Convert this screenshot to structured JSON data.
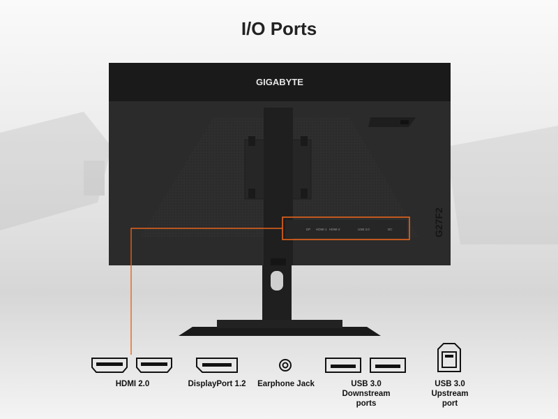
{
  "header": {
    "title": "I/O Ports"
  },
  "monitor": {
    "brand": "GIGABYTE",
    "model_mark": "G27F2",
    "port_panel": [
      "DP",
      "HDMI-1",
      "HDMI-2",
      "USB 3.0",
      "DC"
    ]
  },
  "ports": [
    {
      "label": "HDMI 2.0",
      "icon": "hdmi-port-icon"
    },
    {
      "label": "DisplayPort 1.2",
      "icon": "displayport-icon"
    },
    {
      "label": "Earphone Jack",
      "icon": "earphone-jack-icon"
    },
    {
      "label": "USB 3.0\nDownstream\nports",
      "icon": "usb-a-port-icon"
    },
    {
      "label": "USB 3.0\nUpstream\nport",
      "icon": "usb-b-port-icon"
    }
  ],
  "colors": {
    "accent": "#e8641b",
    "monitor": "#2a2a2a",
    "icon_stroke": "#111111"
  }
}
